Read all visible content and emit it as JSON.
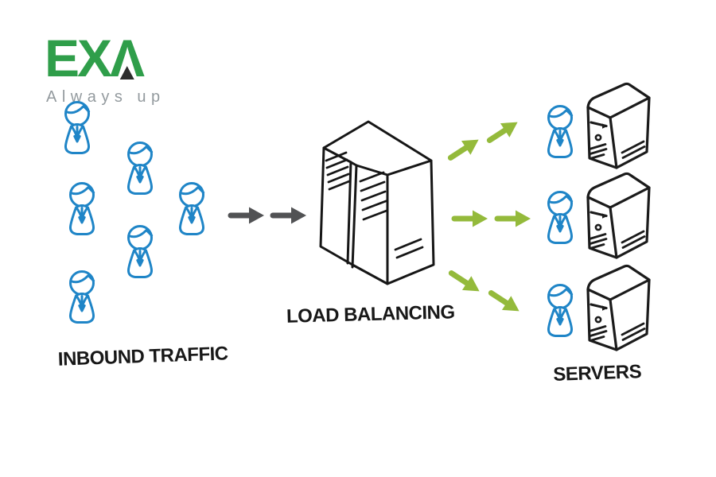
{
  "brand": {
    "logo_main": "EX",
    "logo_last": "Λ",
    "tagline": "Always up",
    "colors": {
      "logo_green": "#2f9e4a",
      "tagline_gray": "#939a9e",
      "triangle_dark": "#2d2d2d"
    }
  },
  "diagram": {
    "labels": {
      "inbound": "INBOUND TRAFFIC",
      "balancer": "LOAD BALANCING",
      "servers": "SERVERS"
    },
    "inbound": {
      "user_count": 6
    },
    "balancer": {
      "type": "dual-tower-server-illustration"
    },
    "servers": {
      "row_count": 3,
      "each_row": [
        "user-icon",
        "server-tower-icon"
      ]
    },
    "flows": {
      "inbound_arrows": {
        "count": 2,
        "direction": "right",
        "color": "#515254"
      },
      "outbound_arrow_pairs": [
        {
          "direction": "up-right",
          "count": 2
        },
        {
          "direction": "right",
          "count": 2
        },
        {
          "direction": "down-right",
          "count": 2
        }
      ],
      "outbound_color": "#94ba3b"
    },
    "colors": {
      "user_blue": "#1f85c7",
      "ink_black": "#1b1b1b",
      "arrow_dark": "#515254",
      "arrow_green": "#94ba3b",
      "background": "#ffffff"
    }
  }
}
